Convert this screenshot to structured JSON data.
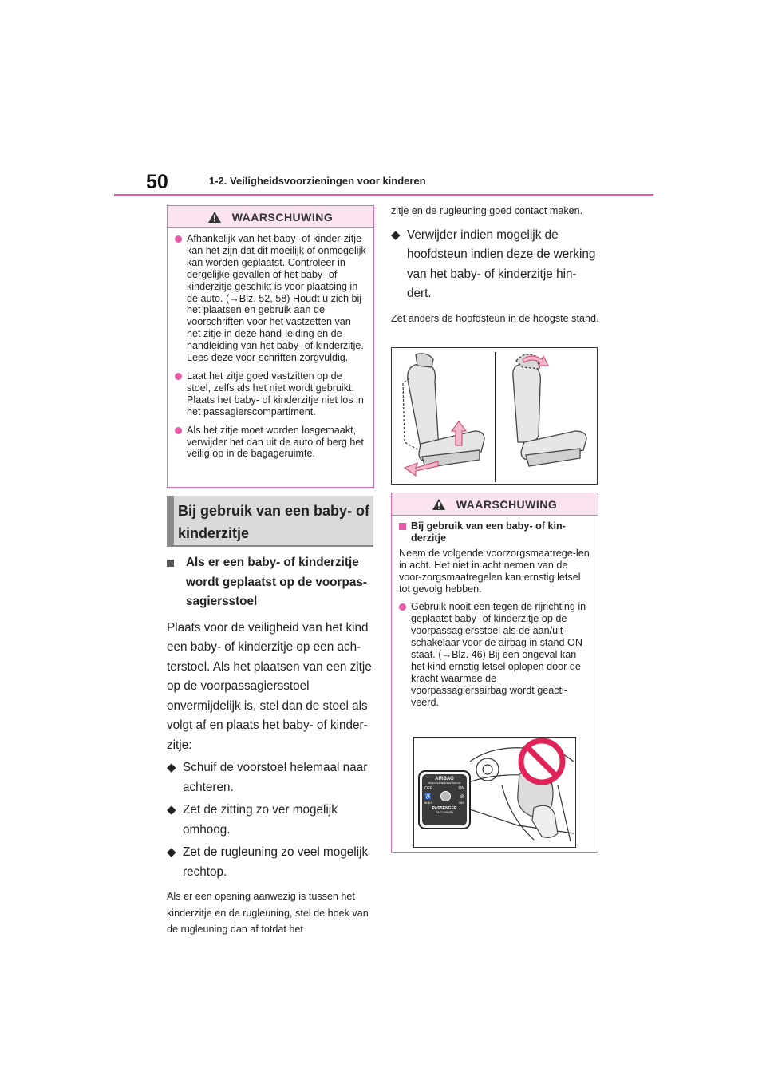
{
  "header": {
    "page_number": "50",
    "section_title": "1-2. Veiligheidsvoorzieningen voor kinderen"
  },
  "warning1": {
    "title": "WAARSCHUWING",
    "items": [
      "Afhankelijk van het baby- of kinder-zitje kan het zijn dat dit moeilijk of onmogelijk kan worden geplaatst. Controleer in dergelijke gevallen of het baby- of kinderzitje geschikt is voor plaatsing in de auto. (→Blz. 52, 58) Houdt u zich bij het plaatsen en gebruik aan de voorschriften voor het vastzetten van het zitje in deze hand-leiding en de handleiding van het baby- of kinderzitje. Lees deze voor-schriften zorgvuldig.",
      "Laat het zitje goed vastzitten op de stoel, zelfs als het niet wordt gebruikt. Plaats het baby- of kinderzitje niet los in het passagierscompartiment.",
      "Als het zitje moet worden losgemaakt, verwijder het dan uit de auto of berg het veilig op in de bagageruimte."
    ]
  },
  "subsection": {
    "title": "Bij gebruik van een baby- of kinderzitje"
  },
  "left": {
    "heading": "Als er een baby- of kinderzitje wordt geplaatst op de voorpas-sagiersstoel",
    "intro": "Plaats voor de veiligheid van het kind een baby- of kinderzitje op een ach-terstoel. Als het plaatsen van een zitje op de voorpassagiersstoel onvermijdelijk is, stel dan de stoel als volgt af en plaats het baby- of kinder-zitje:",
    "bullets": [
      "Schuif de voorstoel helemaal naar achteren.",
      "Zet de zitting zo ver mogelijk omhoog.",
      "Zet de rugleuning zo veel mogelijk rechtop."
    ],
    "note": "Als er een opening aanwezig is tussen het kinderzitje en de rugleuning, stel de hoek van de rugleuning dan af totdat het"
  },
  "right": {
    "note_cont": "zitje en de rugleuning goed contact maken.",
    "bullet": "Verwijder indien mogelijk de hoofdsteun indien deze de werking van het baby- of kinderzitje hin-dert.",
    "note": "Zet anders de hoofdsteun in de hoogste stand."
  },
  "warning2": {
    "title": "WAARSCHUWING",
    "heading": "Bij gebruik van een baby- of kin-derzitje",
    "intro": "Neem de volgende voorzorgsmaatrege-len in acht. Het niet in acht nemen van de voor-zorgsmaatregelen kan ernstig letsel tot gevolg hebben.",
    "item": "Gebruik nooit een tegen de rijrichting in geplaatst baby- of kinderzitje op de voorpassagiersstoel als de aan/uit-schakelaar voor de airbag in stand ON staat. (→Blz. 46) Bij een ongeval kan het kind ernstig letsel oplopen door de kracht waarmee de voorpassagiersairbag wordt geacti-veerd."
  },
  "airbag_panel": {
    "title": "AIRBAG",
    "subtitle": "ПОДУШКА БЕЗОПАСНОСТИ",
    "off": "OFF",
    "on": "ON",
    "off_ru": "ВЫКЛ",
    "on_ru": "ВКЛ",
    "passenger": "PASSENGER",
    "passenger_ru": "ПАССАЖИРА"
  },
  "colors": {
    "accent": "#e85aa8",
    "warning_head_bg": "#fbe3f0",
    "prohibit_red": "#e0245a"
  }
}
